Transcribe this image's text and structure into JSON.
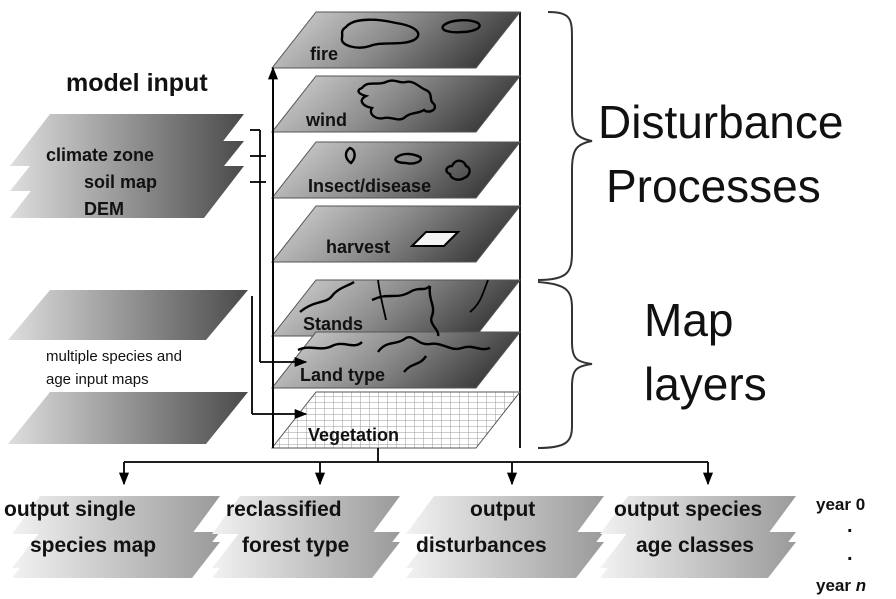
{
  "model_input": {
    "title": "model input",
    "stack_labels": [
      "climate zone",
      "soil map",
      "DEM"
    ],
    "species_text_line1": "multiple species and",
    "species_text_line2": "age input maps"
  },
  "layers": {
    "fire": "fire",
    "wind": "wind",
    "insect": "Insect/disease",
    "harvest": "harvest",
    "stands": "Stands",
    "landtype": "Land type",
    "vegetation": "Vegetation"
  },
  "groups": {
    "disturbance_line1": "Disturbance",
    "disturbance_line2": "Processes",
    "map_line1": "Map",
    "map_line2": "layers"
  },
  "outputs": [
    {
      "line1": "output single",
      "line2": "species map"
    },
    {
      "line1": "reclassified",
      "line2": "forest type"
    },
    {
      "line1": "output",
      "line2": "disturbances"
    },
    {
      "line1": "output species",
      "line2": "age classes"
    }
  ],
  "years": {
    "start": "year 0",
    "dot": ".",
    "end_prefix": "year ",
    "end_var": "n"
  }
}
